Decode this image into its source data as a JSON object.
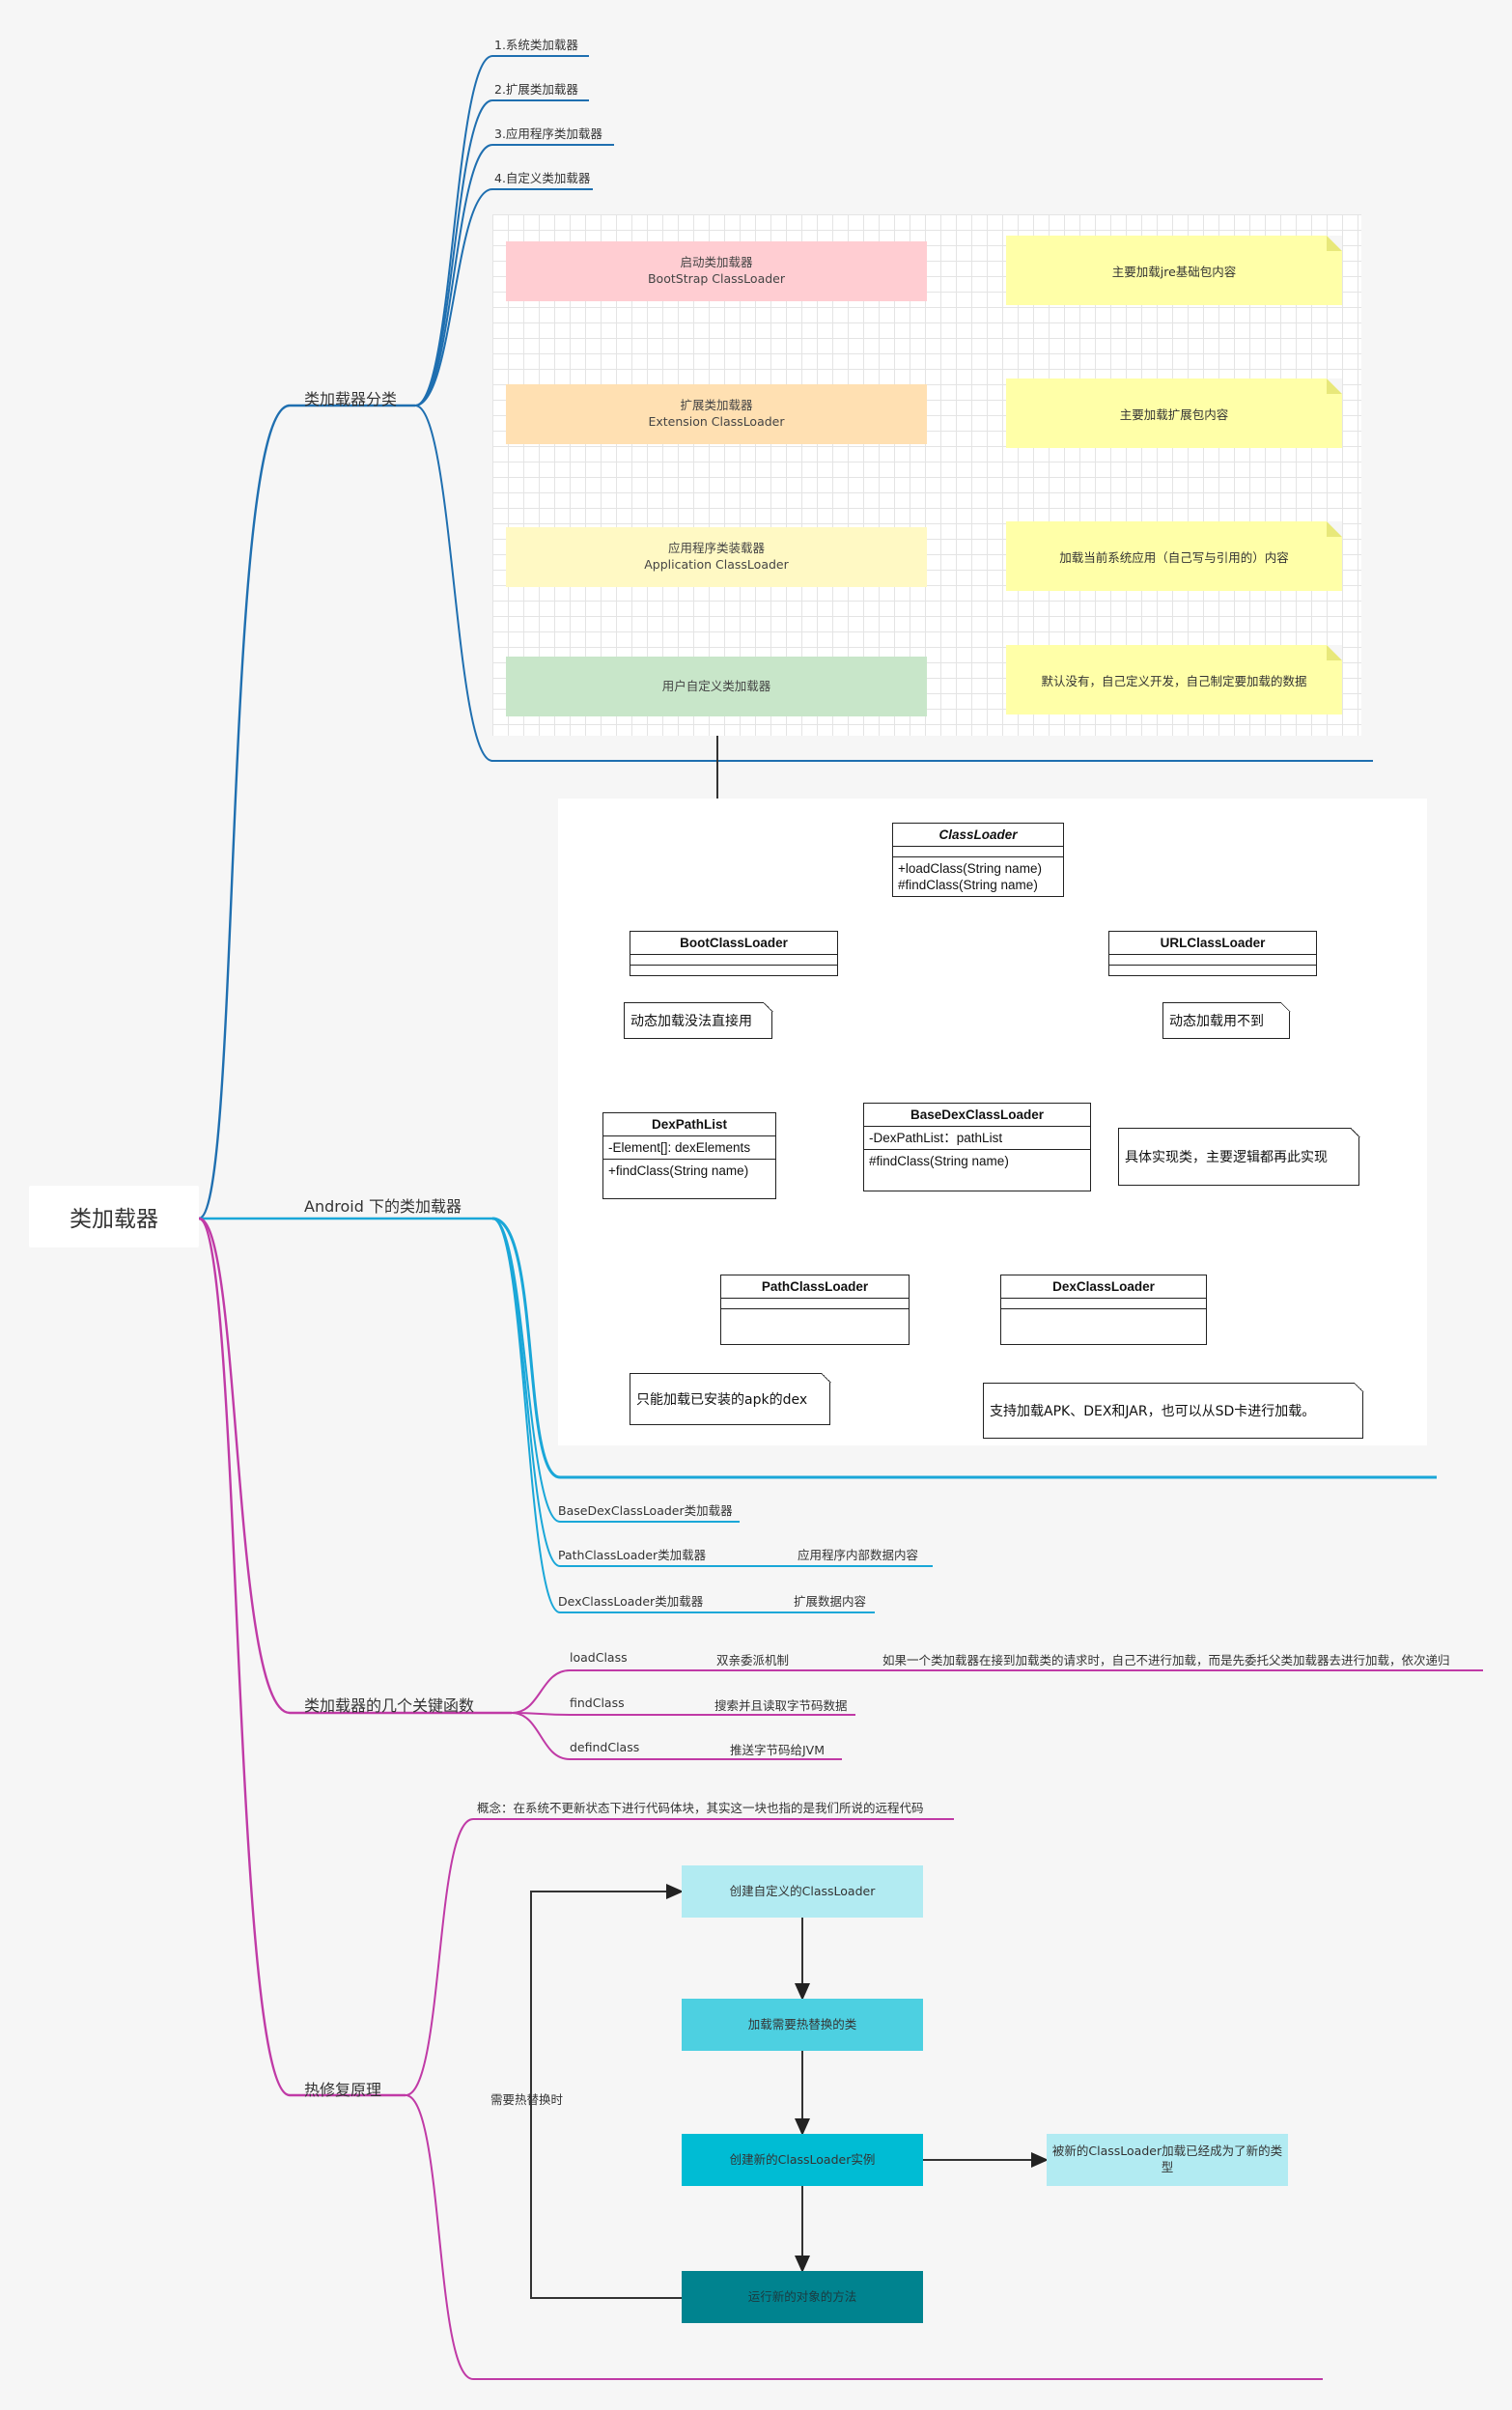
{
  "root": {
    "label": "类加载器"
  },
  "branches": {
    "classification": {
      "label": "类加载器分类",
      "children": [
        "1.系统类加载器",
        "2.扩展类加载器",
        "3.应用程序类加载器",
        "4.自定义类加载器"
      ],
      "flow": [
        {
          "line1": "启动类加载器",
          "line2": "BootStrap ClassLoader",
          "color": "#ffcdd2"
        },
        {
          "line1": "扩展类加载器",
          "line2": "Extension ClassLoader",
          "color": "#ffe0b2"
        },
        {
          "line1": "应用程序类装载器",
          "line2": "Application ClassLoader",
          "color": "#fff9c4"
        },
        {
          "line1": "用户自定义类加载器",
          "line2": "",
          "color": "#c8e6c9"
        }
      ],
      "notes": [
        "主要加载jre基础包内容",
        "主要加载扩展包内容",
        "加载当前系统应用（自己写与引用的）内容",
        "默认没有，自己定义开发，自己制定要加载的数据"
      ],
      "color": "#1f6fb0"
    },
    "android": {
      "label": "Android 下的类加载器",
      "children": [
        {
          "name": "BaseDexClassLoader类加载器",
          "desc": ""
        },
        {
          "name": "PathClassLoader类加载器",
          "desc": "应用程序内部数据内容"
        },
        {
          "name": "DexClassLoader类加载器",
          "desc": "扩展数据内容"
        }
      ],
      "color": "#1aa7d8"
    },
    "functions": {
      "label": "类加载器的几个关键函数",
      "items": [
        {
          "name": "loadClass",
          "desc": "双亲委派机制",
          "extra": "如果一个类加载器在接到加载类的请求时，自己不进行加载，而是先委托父类加载器去进行加载，依次递归"
        },
        {
          "name": "findClass",
          "desc": "搜索并且读取字节码数据",
          "extra": ""
        },
        {
          "name": "defindClass",
          "desc": "推送字节码给JVM",
          "extra": ""
        }
      ],
      "color": "#c03aa6"
    },
    "hotfix": {
      "label": "热修复原理",
      "concept": "概念：在系统不更新状态下进行代码体块，其实这一块也指的是我们所说的远程代码",
      "steps": [
        "创建自定义的ClassLoader",
        "加载需要热替换的类",
        "创建新的ClassLoader实例",
        "运行新的对象的方法"
      ],
      "step_colors": [
        "#b2ebf2",
        "#4dd0e1",
        "#00bcd4",
        "#00838f"
      ],
      "side_note": "被新的ClassLoader加载已经成为了新的类型",
      "loop_label": "需要热替换时",
      "color": "#c03aa6"
    }
  },
  "uml": {
    "classloader": {
      "name": "ClassLoader",
      "methods": [
        "+loadClass(String name)",
        "#findClass(String name)"
      ]
    },
    "boot": {
      "name": "BootClassLoader"
    },
    "url": {
      "name": "URLClassLoader"
    },
    "dexpathlist": {
      "name": "DexPathList",
      "field": "-Element[]: dexElements",
      "method": "+findClass(String name)"
    },
    "basedex": {
      "name": "BaseDexClassLoader",
      "field": "-DexPathList：pathList",
      "method": "#findClass(String name)"
    },
    "path": {
      "name": "PathClassLoader"
    },
    "dex": {
      "name": "DexClassLoader"
    },
    "notes": {
      "boot": "动态加载没法直接用",
      "url": "动态加载用不到",
      "basedex": "具体实现类，主要逻辑都再此实现",
      "path": "只能加载已安装的apk的dex",
      "dex": "支持加载APK、DEX和JAR，也可以从SD卡进行加载。"
    }
  }
}
